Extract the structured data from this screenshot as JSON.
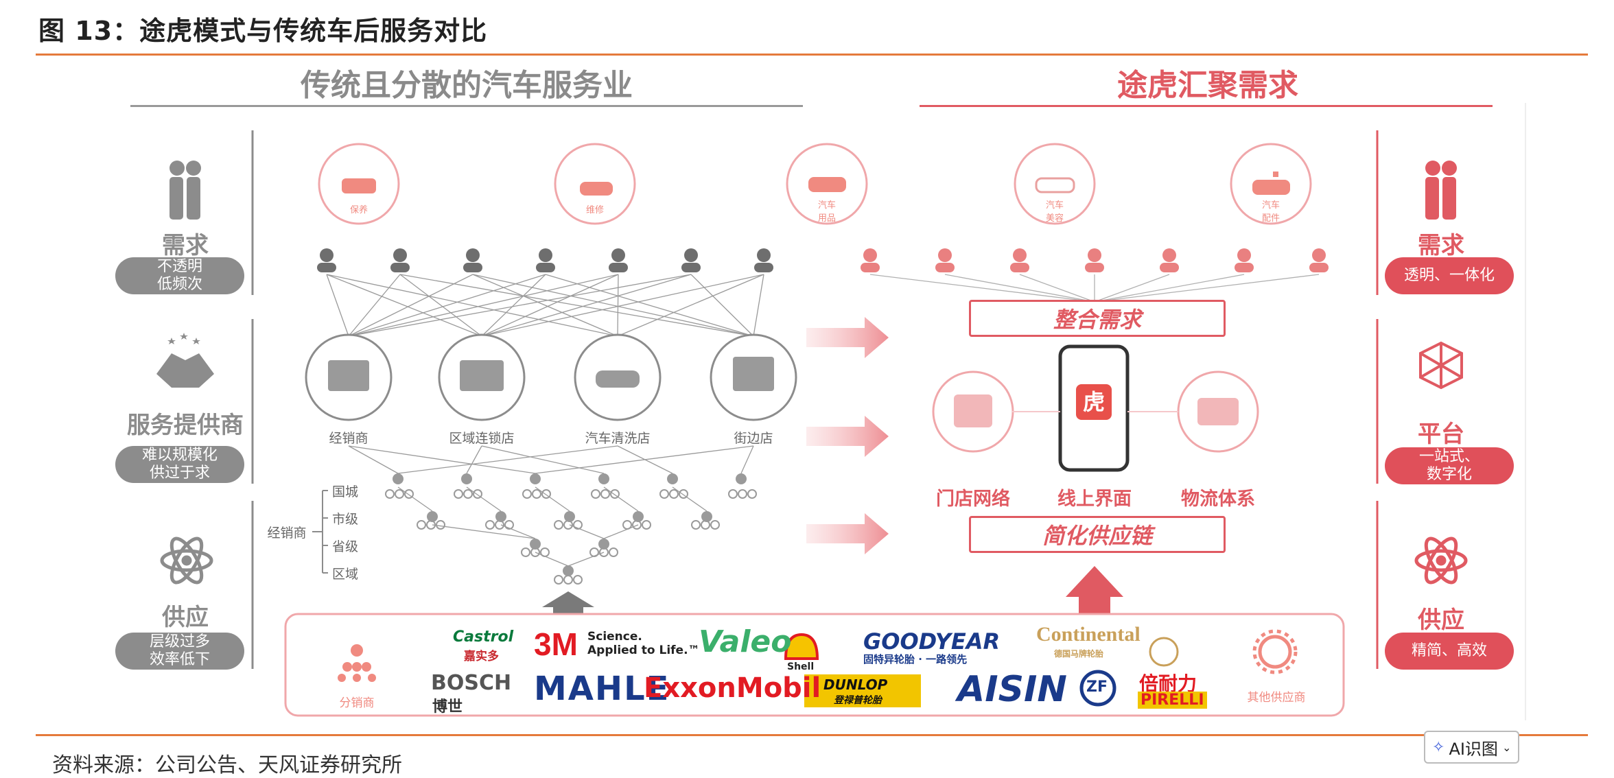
{
  "figure_title": "图 13：途虎模式与传统车后服务对比",
  "source": "资料来源：公司公告、天风证券研究所",
  "ai_button_label": "AI识图",
  "colors": {
    "accent": "#E57A3B",
    "brand_red": "#E05A62",
    "gray": "#8C8C8C"
  },
  "left": {
    "title": "传统且分散的汽车服务业",
    "demand_label": "需求",
    "demand_pill": "不透明\n低频次",
    "provider_label": "服务提供商",
    "provider_pill": "难以规模化\n供过于求",
    "supply_label": "供应",
    "supply_pill": "层级过多\n效率低下",
    "demand_icons": [
      "保养",
      "维修",
      "汽车\n用品"
    ],
    "stores": [
      "经销商",
      "区域连锁店",
      "汽车清洗店",
      "街边店"
    ],
    "tiers": [
      "国城",
      "市级",
      "省级",
      "区域"
    ],
    "tier_group": "经销商"
  },
  "right": {
    "title": "途虎汇聚需求",
    "demand_label": "需求",
    "demand_pill": "透明、一体化",
    "platform_label": "平台",
    "platform_pill": "一站式、\n数字化",
    "supply_label": "供应",
    "supply_pill": "精简、高效",
    "demand_icons": [
      "汽车\n美容",
      "汽车\n配件"
    ],
    "integrate": "整合需求",
    "simplify": "简化供应链",
    "nodes": [
      "门店网络",
      "线上界面",
      "物流体系"
    ]
  },
  "suppliers": {
    "left_label": "分销商",
    "right_label": "其他供应商",
    "brands": [
      "Castrol",
      "嘉实多",
      "3M",
      "Science.\nApplied to Life.™",
      "Valeo",
      "Shell",
      "GOODYEAR",
      "固特异轮胎 · 一路领先",
      "Continental",
      "德国马牌轮胎",
      "BOSCH",
      "博世",
      "MAHLE",
      "ExxonMobil",
      "DUNLOP",
      "登禄普轮胎",
      "AISIN",
      "ZF",
      "倍耐力",
      "PIRELLI"
    ]
  }
}
